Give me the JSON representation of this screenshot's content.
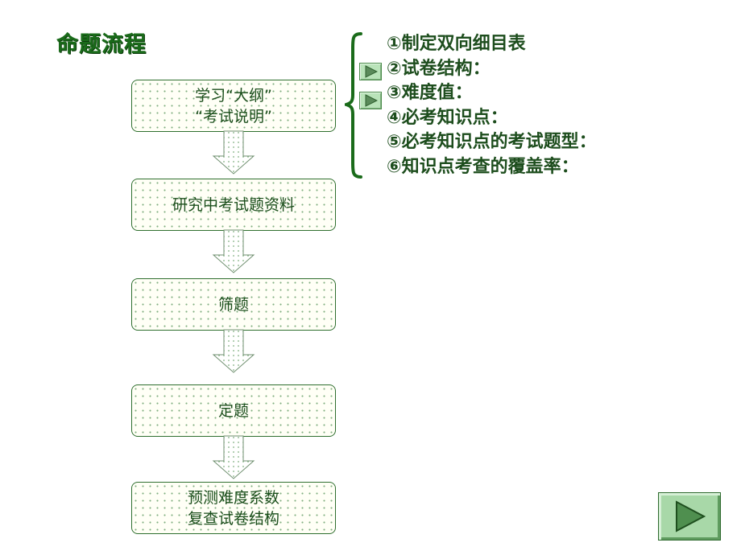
{
  "title": "命题流程",
  "flow": [
    {
      "line1": "学习“大纲”",
      "line2": "“考试说明”"
    },
    {
      "line1": "研究中考试题资料",
      "line2": ""
    },
    {
      "line1": "筛题",
      "line2": ""
    },
    {
      "line1": "定题",
      "line2": ""
    },
    {
      "line1": "预测难度系数",
      "line2": "复查试卷结构"
    }
  ],
  "steps": [
    "①制定双向细目表",
    "②试卷结构：",
    "③难度值：",
    "④必考知识点：",
    "⑤必考知识点的考试题型：",
    "⑥知识点考查的覆盖率："
  ],
  "icons": {
    "mini_buttons": "play-icon",
    "nav_button": "next-slide-icon",
    "flow_arrows": "down-arrow-icon"
  },
  "colors": {
    "text": "#1f5a1f",
    "box_border": "#2f6f2f",
    "button_fill": "#a8d8a8"
  }
}
